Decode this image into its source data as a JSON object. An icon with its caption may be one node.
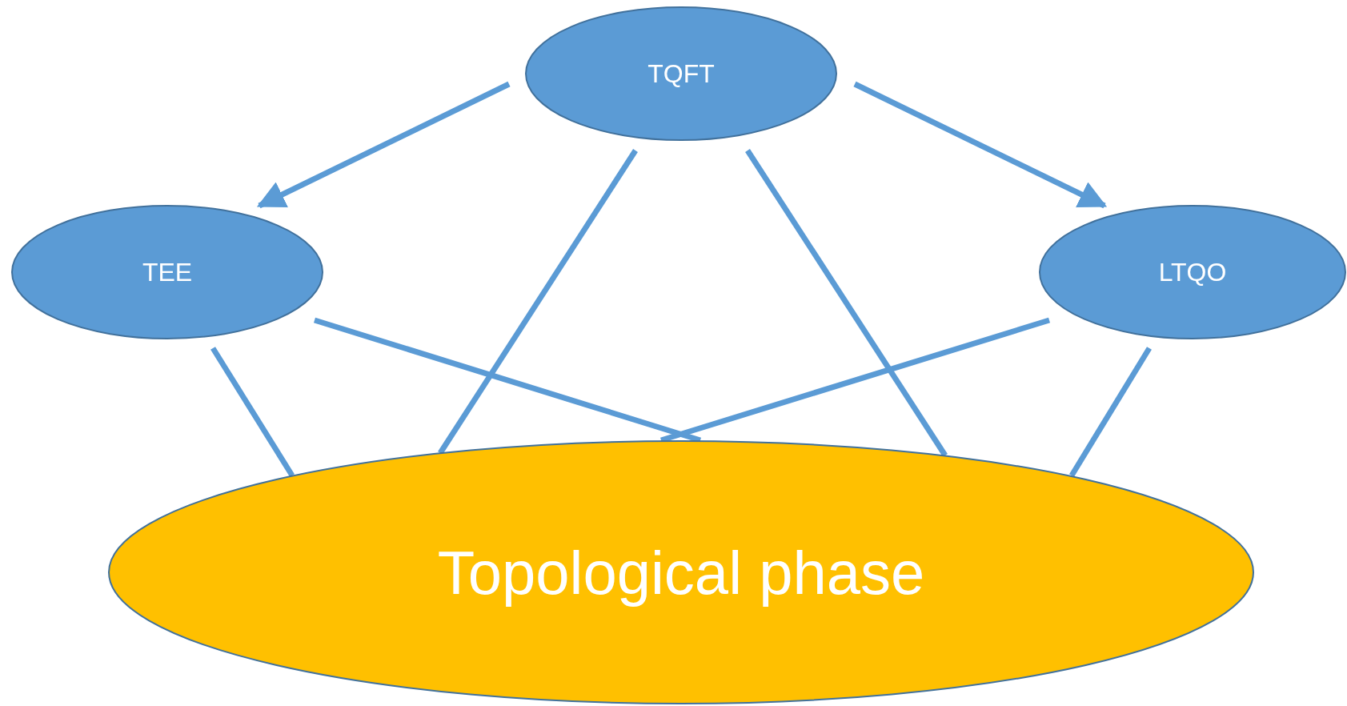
{
  "diagram": {
    "nodes": [
      {
        "text": [
          "TQFT"
        ]
      },
      {
        "text": [
          "TEE"
        ]
      },
      {
        "text": [
          "LTQO"
        ]
      },
      {
        "text": [
          "Topological phase"
        ]
      }
    ],
    "edges": [
      {
        "from": 0,
        "to": 1,
        "arrow": "to"
      },
      {
        "from": 0,
        "to": 2,
        "arrow": "to"
      },
      {
        "from": 0,
        "to": 3,
        "arrow": "none"
      },
      {
        "from": 0,
        "to": 3,
        "arrow": "none"
      },
      {
        "from": 1,
        "to": 3,
        "arrow": "none"
      },
      {
        "from": 1,
        "to": 3,
        "arrow": "none"
      },
      {
        "from": 2,
        "to": 3,
        "arrow": "none"
      },
      {
        "from": 2,
        "to": 3,
        "arrow": "none"
      }
    ]
  }
}
